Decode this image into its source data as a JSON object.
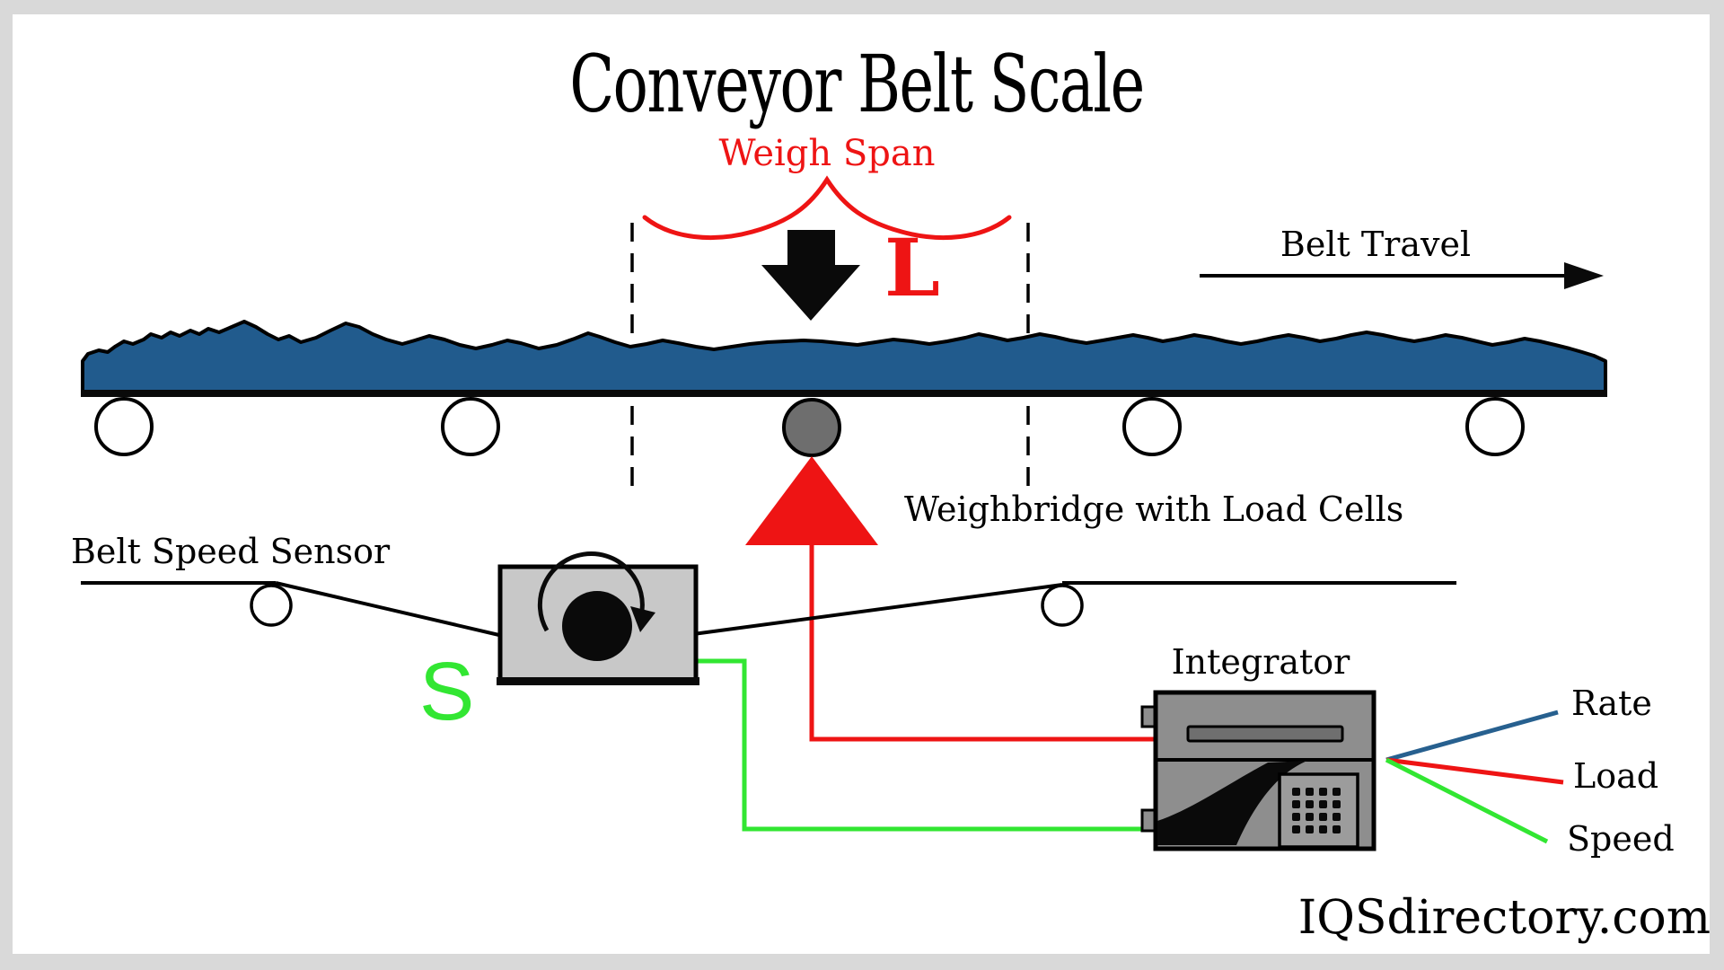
{
  "diagram": {
    "title": "Conveyor Belt Scale",
    "watermark": "IQSdirectory.com",
    "labels": {
      "weigh_span": "Weigh Span",
      "load_symbol": "L",
      "belt_travel": "Belt Travel",
      "weighbridge": "Weighbridge with Load Cells",
      "belt_speed_sensor": "Belt Speed Sensor",
      "speed_symbol": "S",
      "integrator": "Integrator"
    },
    "outputs": [
      {
        "label": "Rate",
        "color": "#27608f"
      },
      {
        "label": "Load",
        "color": "#ee1414"
      },
      {
        "label": "Speed",
        "color": "#32e632"
      }
    ],
    "colors": {
      "frame_gray": "#d9d9d9",
      "canvas_white": "#ffffff",
      "belt_material_blue": "#215b8d",
      "signal_red": "#ee1414",
      "signal_green": "#32e632",
      "rate_blue": "#27608f",
      "sensor_box_gray": "#c8c8c8",
      "integrator_gray": "#8e8e8e",
      "weigh_idler_gray": "#6e6e6e"
    }
  }
}
